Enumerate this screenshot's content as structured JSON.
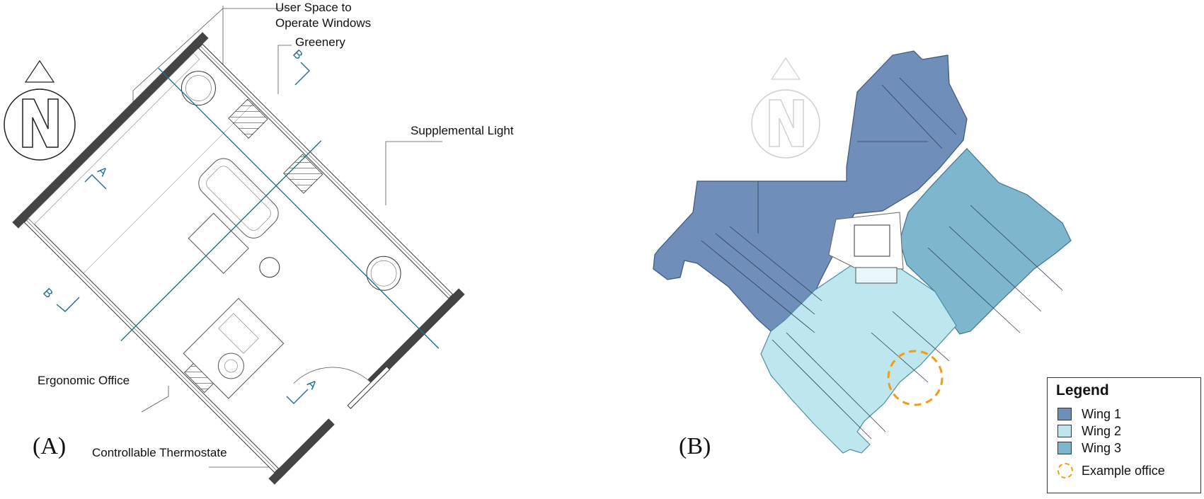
{
  "panel_a": {
    "label": "(A)",
    "callouts": {
      "user_space": "User Space to\nOperate Windows",
      "greenery": "Greenery",
      "supplemental_light": "Supplemental Light",
      "ergonomic_office": "Ergonomic Office",
      "controllable_thermostate": "Controllable Thermostate"
    },
    "section_marks": {
      "a": "A",
      "b": "B"
    },
    "north": "N"
  },
  "panel_b": {
    "label": "(B)",
    "north": "N",
    "legend": {
      "title": "Legend",
      "items": [
        {
          "label": "Wing 1",
          "color": "#6F8FBA"
        },
        {
          "label": "Wing 2",
          "color": "#BDE6EE"
        },
        {
          "label": "Wing 3",
          "color": "#7EB6CE"
        }
      ],
      "example_label": "Example office",
      "example_color": "#F39C12"
    }
  }
}
